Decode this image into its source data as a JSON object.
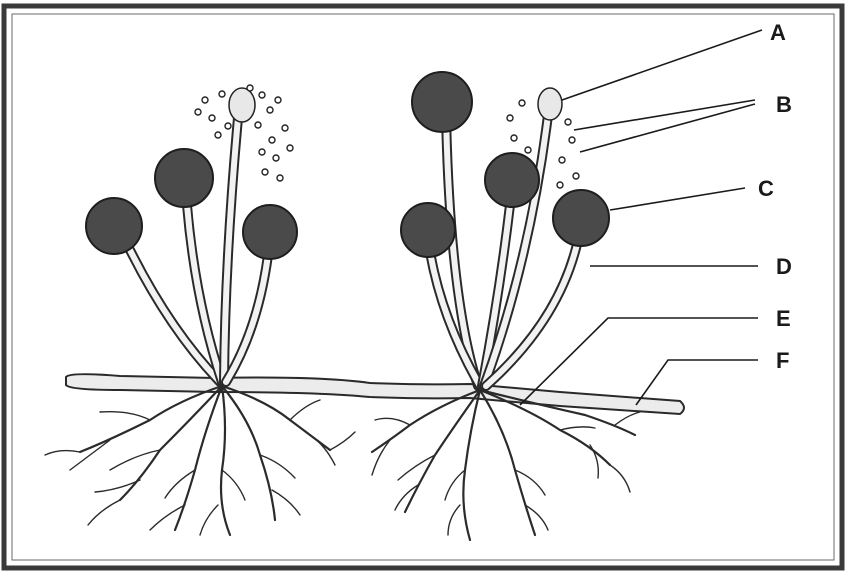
{
  "diagram": {
    "labels": [
      {
        "id": "A",
        "text": "A"
      },
      {
        "id": "B",
        "text": "B"
      },
      {
        "id": "C",
        "text": "C"
      },
      {
        "id": "D",
        "text": "D"
      },
      {
        "id": "E",
        "text": "E"
      },
      {
        "id": "F",
        "text": "F"
      }
    ]
  }
}
